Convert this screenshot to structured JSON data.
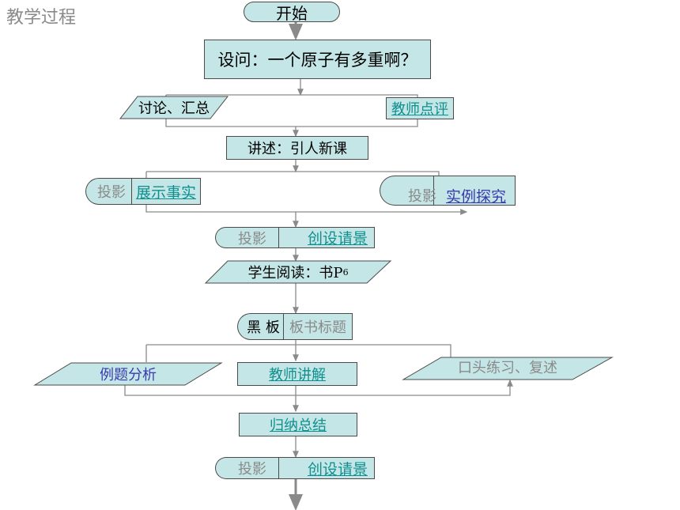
{
  "title": "教学过程",
  "nodes": {
    "start": "开始",
    "question": "设问：一个原子有多重啊？",
    "discuss": "讨论、汇总",
    "teacher_comment": "教师点评",
    "lecture": "讲述：引人新课",
    "proj_left_label": "投影",
    "proj_left_link": "展示事实",
    "proj_right_label": "投影",
    "proj_right_link": "实例探究",
    "proj_mid_label": "投影",
    "proj_mid_link": "创设请景",
    "reading": "学生阅读：书P",
    "reading_sub": "6",
    "blackboard_label": "黑 板",
    "blackboard_text": "板书标题",
    "example": "例题分析",
    "teacher_explain": "教师讲解",
    "oral_practice": "口头练习、复述",
    "summary": "归纳总结",
    "proj_bottom_label": "投影",
    "proj_bottom_link": "创设请景"
  },
  "colors": {
    "fill": "#c5e6e6",
    "stroke": "#4a4a4a",
    "link": "#0f8f8f",
    "arrow": "#8a8a8a"
  }
}
